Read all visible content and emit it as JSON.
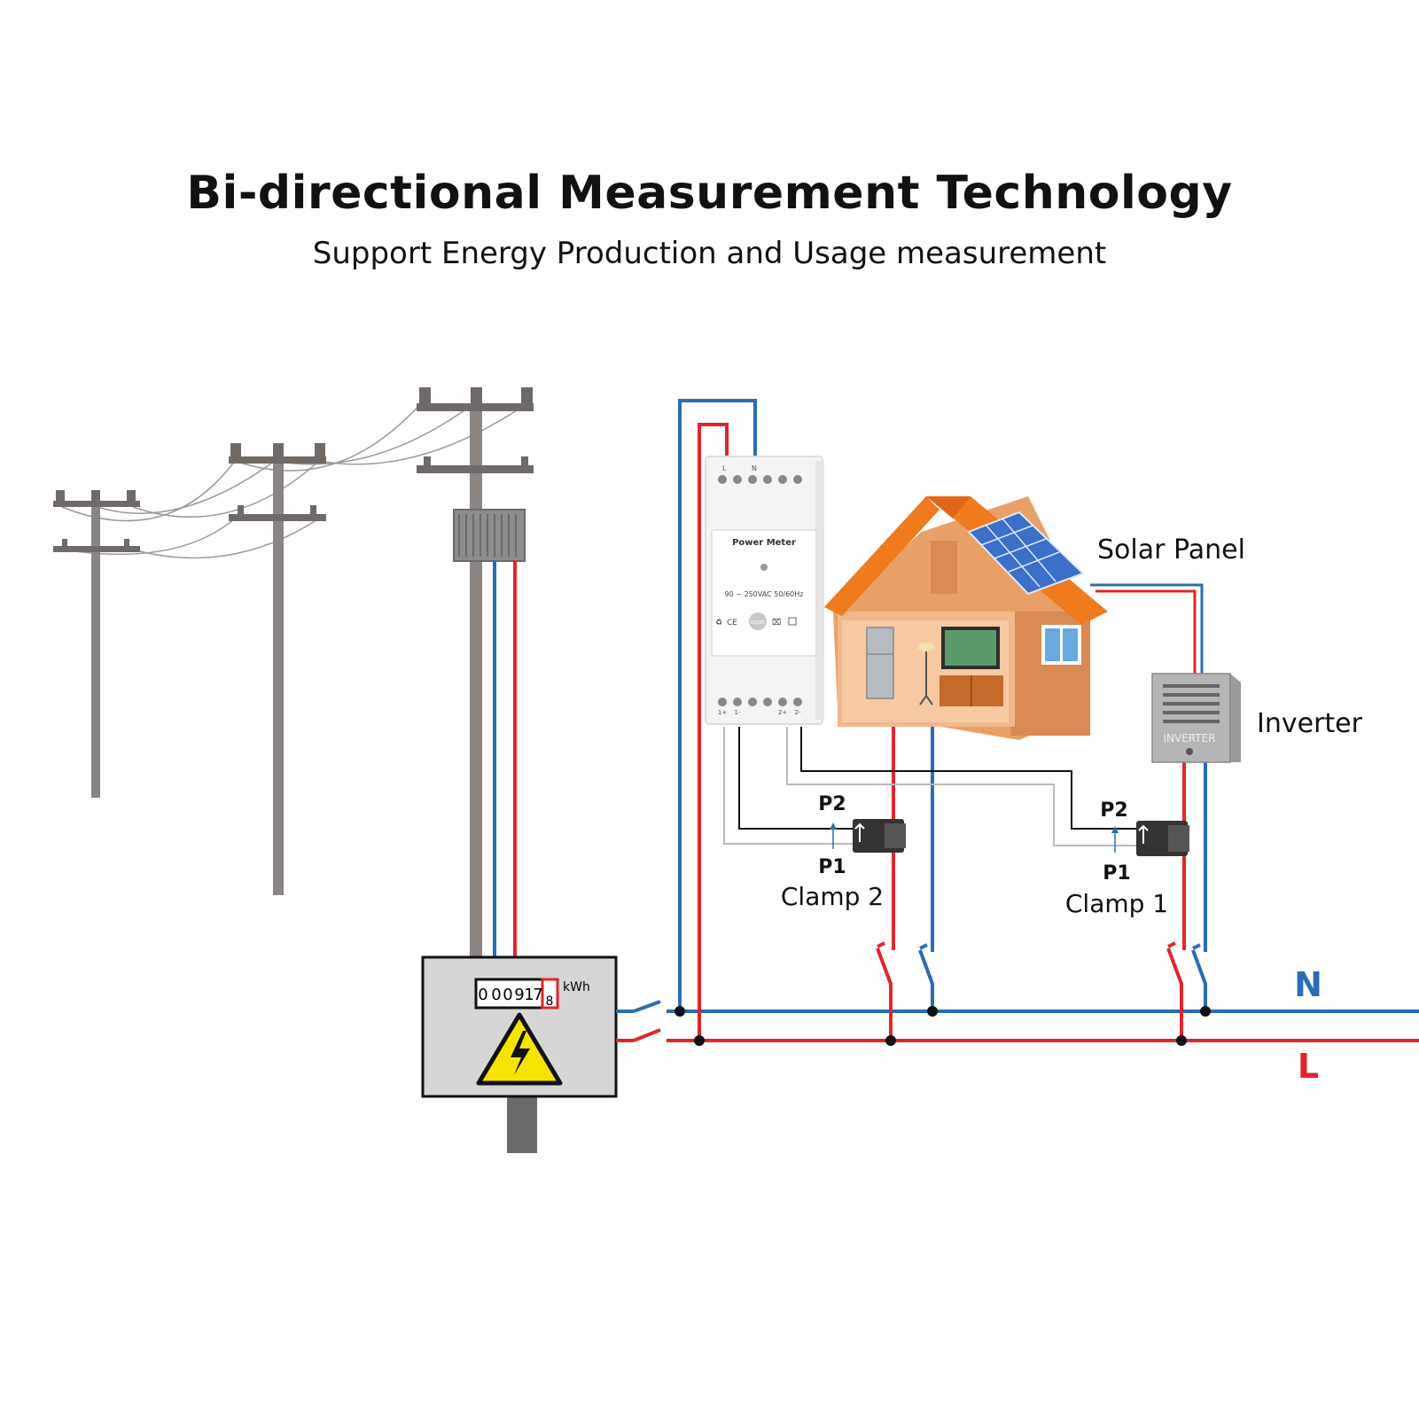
{
  "header": {
    "title": "Bi-directional Measurement Technology",
    "subtitle": "Support Energy Production and Usage measurement"
  },
  "meter_device": {
    "label": "Power Meter",
    "rating": "90 ~ 250VAC 50/60Hz",
    "terminal_top_L": "L",
    "terminal_top_N": "N",
    "terminal_1p": "1+",
    "terminal_1m": "1-",
    "terminal_2p": "2+",
    "terminal_2m": "2-",
    "ce_mark": "CE",
    "reset_label": "RESET"
  },
  "utility_meter": {
    "digits": [
      "0",
      "0",
      "0",
      "9",
      "1",
      "7"
    ],
    "last_digit": "8",
    "unit": "kWh"
  },
  "labels": {
    "solar_panel": "Solar Panel",
    "inverter": "Inverter",
    "inverter_plate": "INVERTER",
    "clamp2": "Clamp 2",
    "clamp1": "Clamp 1",
    "p2_a": "P2",
    "p1_a": "P1",
    "p2_b": "P2",
    "p1_b": "P1",
    "neutral": "N",
    "live": "L"
  },
  "colors": {
    "live": "#e0262b",
    "neutral": "#2a6db5",
    "pole": "#8a8580",
    "roof": "#f07a1e",
    "wall": "#e8a06a",
    "warning": "#f5e400"
  }
}
